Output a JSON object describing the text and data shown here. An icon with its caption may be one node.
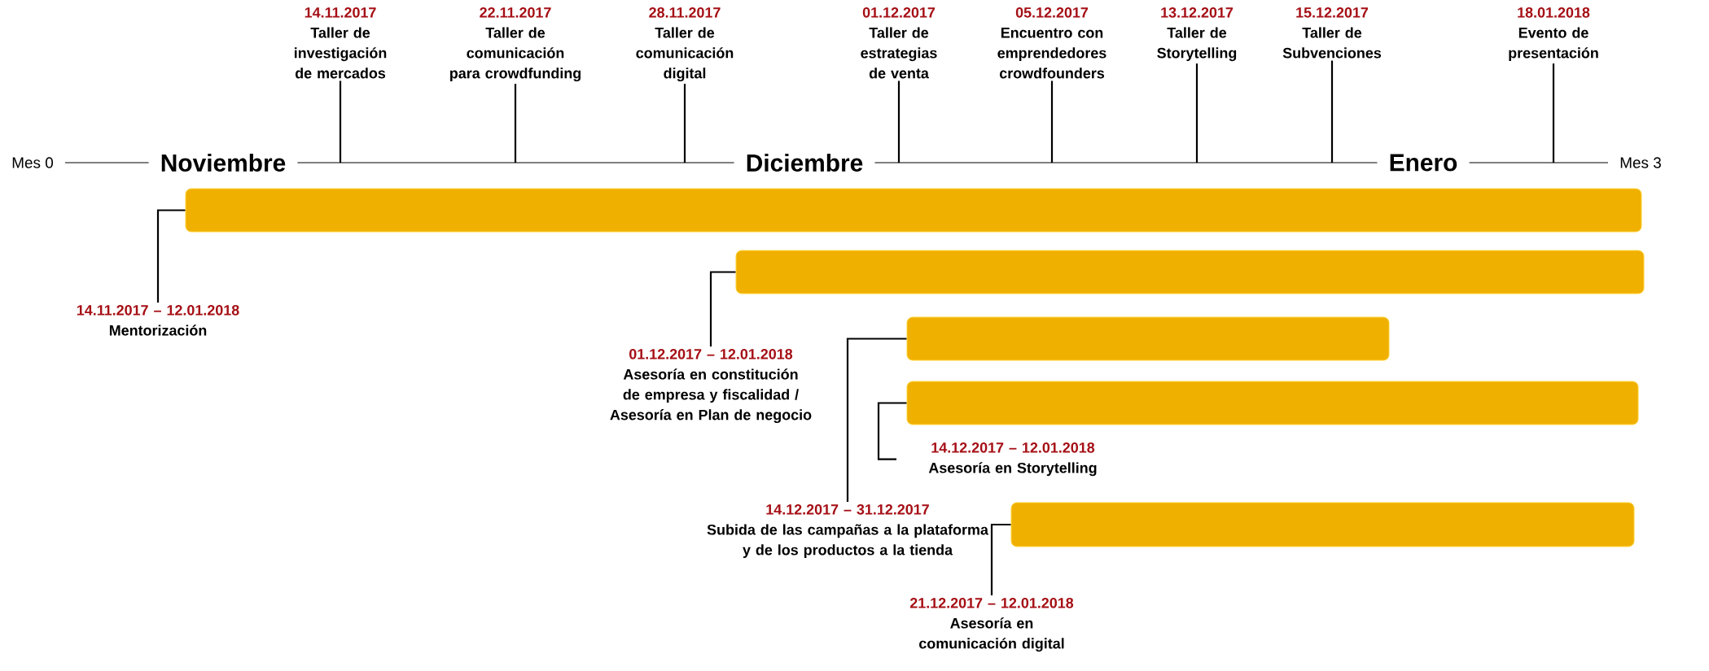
{
  "diagram": {
    "nodes": [
      {
        "text": [
          "14.11.2017",
          "Taller de investigación de mercados"
        ]
      },
      {
        "text": [
          "22.11.2017",
          "Taller de comunicación para crowdfunding"
        ]
      },
      {
        "text": [
          "28.11.2017",
          "Taller de comunicación digital"
        ]
      },
      {
        "text": [
          "01.12.2017",
          "Taller de estrategias de venta"
        ]
      },
      {
        "text": [
          "05.12.2017",
          "Encuentro con emprendedores crowdfounders"
        ]
      },
      {
        "text": [
          "13.12.2017",
          "Taller de Storytelling"
        ]
      },
      {
        "text": [
          "15.12.2017",
          "Taller de Subvenciones"
        ]
      },
      {
        "text": [
          "18.01.2018",
          "Evento de presentación"
        ]
      },
      {
        "text": [],
        "shape": "bar"
      },
      {
        "text": [],
        "shape": "bar"
      },
      {
        "text": [],
        "shape": "bar"
      },
      {
        "text": [],
        "shape": "bar"
      },
      {
        "text": [],
        "shape": "bar"
      },
      {
        "text": [
          "14.11.2017 – 12.01.2018",
          "Mentorización"
        ]
      },
      {
        "text": [
          "01.12.2017 – 12.01.2018",
          "Asesoría en constitución de empresa y fiscalidad / Asesoría en Plan de negocio"
        ]
      },
      {
        "text": [
          "14.12.2017 – 31.12.2017",
          "Subida de las campañas a la plataforma y de los productos a la tienda"
        ]
      },
      {
        "text": [
          "14.12.2017 – 12.01.2018",
          "Asesoría en Storytelling"
        ]
      },
      {
        "text": [
          "21.12.2017 – 12.01.2018",
          "Asesoría en comunicación digital"
        ]
      }
    ],
    "edges": [
      {
        "from": 0,
        "to": null,
        "arrow": "none"
      },
      {
        "from": 1,
        "to": null,
        "arrow": "none"
      },
      {
        "from": 2,
        "to": null,
        "arrow": "none"
      },
      {
        "from": 3,
        "to": null,
        "arrow": "none"
      },
      {
        "from": 4,
        "to": null,
        "arrow": "none"
      },
      {
        "from": 5,
        "to": null,
        "arrow": "none"
      },
      {
        "from": 6,
        "to": null,
        "arrow": "none"
      },
      {
        "from": 7,
        "to": null,
        "arrow": "none"
      },
      {
        "from": 13,
        "to": 8,
        "arrow": "none"
      },
      {
        "from": 14,
        "to": 9,
        "arrow": "none"
      },
      {
        "from": 15,
        "to": 10,
        "arrow": "none"
      },
      {
        "from": 16,
        "to": 11,
        "arrow": "none"
      },
      {
        "from": 17,
        "to": 12,
        "arrow": "none"
      }
    ],
    "labels": [
      "Mes 0",
      "Noviembre",
      "Diciembre",
      "Enero",
      "Mes 3"
    ]
  }
}
